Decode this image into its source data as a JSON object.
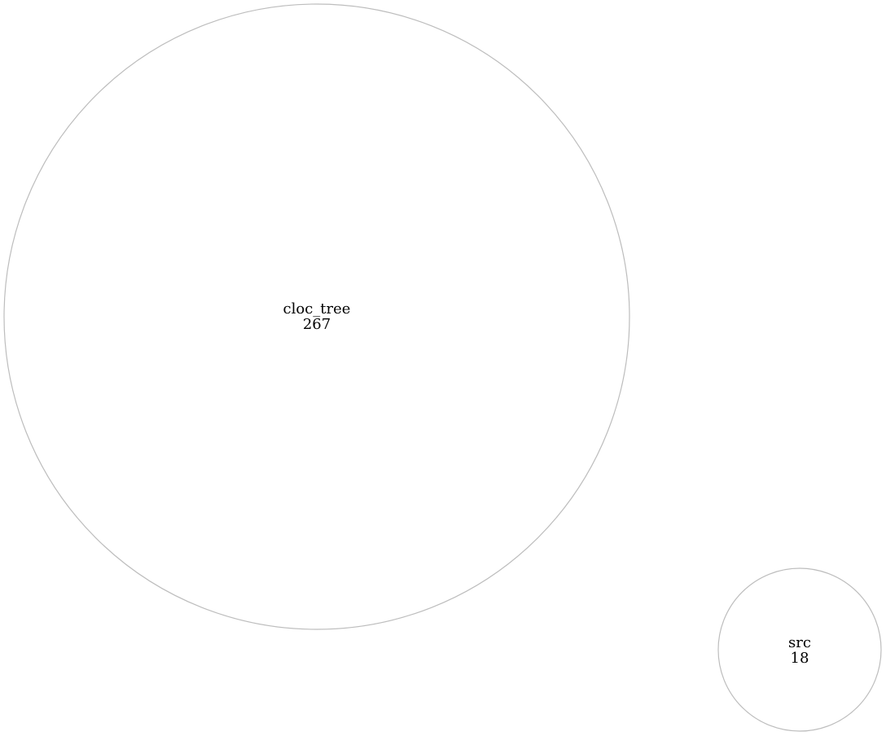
{
  "diagram": {
    "nodes": [
      {
        "name": "cloc_tree",
        "value": "267"
      },
      {
        "name": "src",
        "value": "18"
      }
    ]
  },
  "colors": {
    "background": "#ffffff",
    "stroke": "#bdbdbd",
    "text": "#000000"
  }
}
